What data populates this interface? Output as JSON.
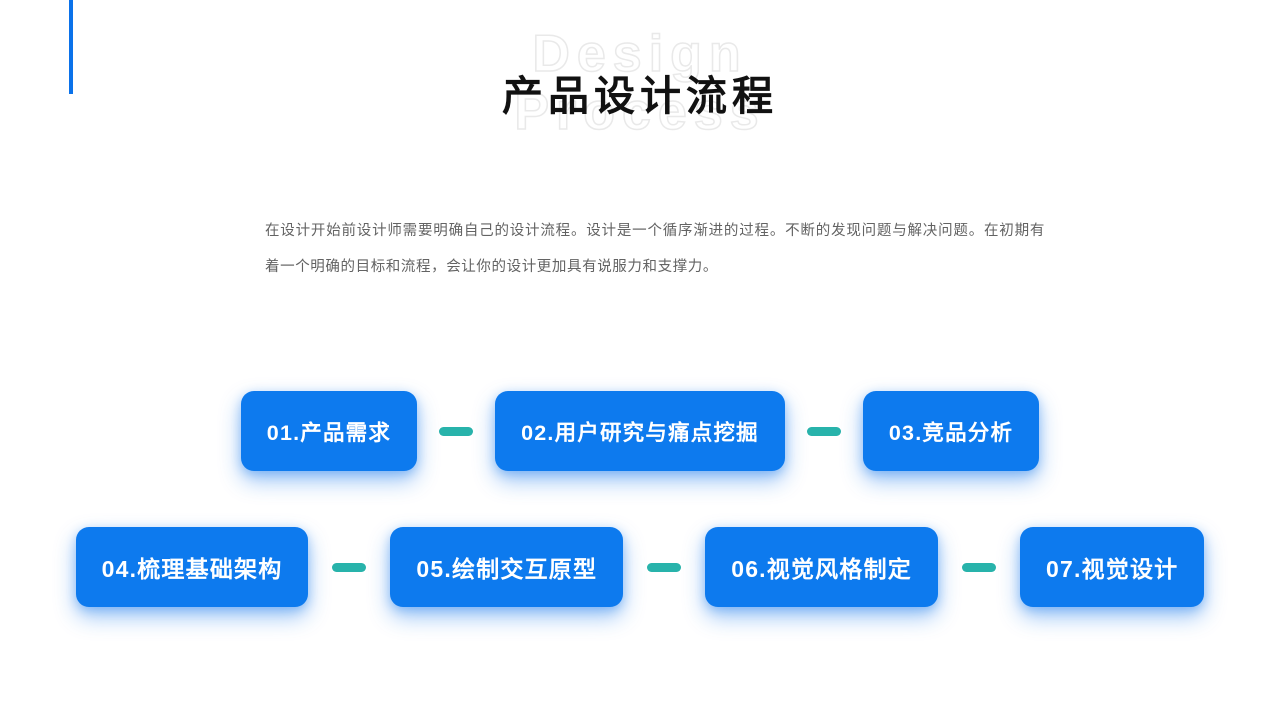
{
  "slide": {
    "background_color": "#ffffff",
    "accent_color": "#0b72ea",
    "box_color": "#0d7aee",
    "connector_color": "#28b3ab",
    "title_color": "#111111",
    "body_color": "#636363",
    "watermark_color": "#e9e9e9"
  },
  "header": {
    "title": "产品设计流程",
    "watermark_line1": "Design",
    "watermark_line2": "Process"
  },
  "intro": {
    "paragraph": "在设计开始前设计师需要明确自己的设计流程。设计是一个循序渐进的过程。不断的发现问题与解决问题。在初期有着一个明确的目标和流程，会让你的设计更加具有说服力和支撑力。"
  },
  "flow": {
    "rows": [
      {
        "steps": [
          {
            "label": "01.产品需求"
          },
          {
            "label": "02.用户研究与痛点挖掘"
          },
          {
            "label": "03.竞品分析"
          }
        ]
      },
      {
        "steps": [
          {
            "label": "04.梳理基础架构"
          },
          {
            "label": "05.绘制交互原型"
          },
          {
            "label": "06.视觉风格制定"
          },
          {
            "label": "07.视觉设计"
          }
        ]
      }
    ]
  }
}
